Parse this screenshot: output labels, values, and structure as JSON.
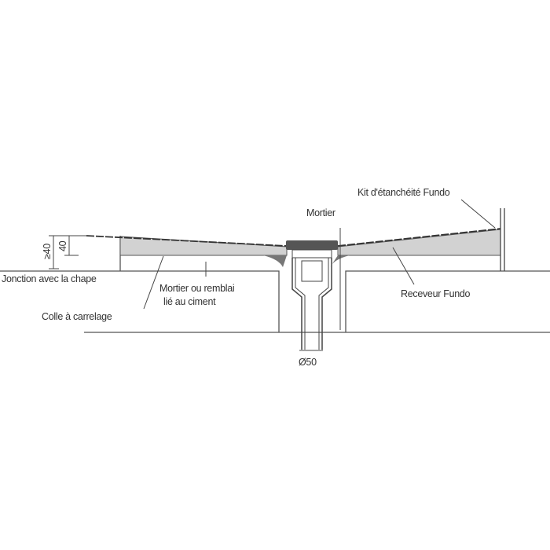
{
  "labels": {
    "kit": "Kit d'étanchéité Fundo",
    "mortier": "Mortier",
    "jonction": "Jonction avec la chape",
    "mortier_remblai_1": "Mortier ou remblai",
    "mortier_remblai_2": "lié au ciment",
    "colle": "Colle à carrelage",
    "receveur": "Receveur Fundo",
    "dim_total": "≥40",
    "dim_slab": "40",
    "diameter": "Ø50"
  },
  "colors": {
    "slab": "#d2d2d2",
    "line": "#444444",
    "drain": "#555555"
  }
}
